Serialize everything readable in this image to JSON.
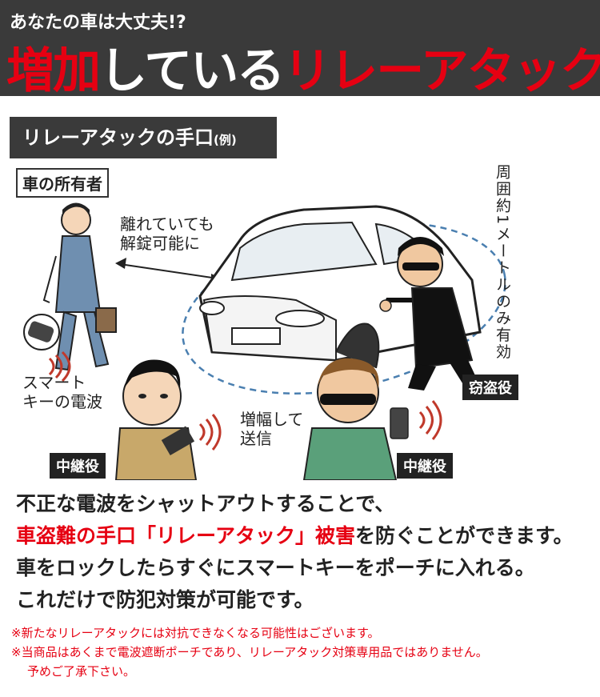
{
  "header": {
    "subtitle": "あなたの車は大丈夫!?",
    "title_red_1": "増加",
    "title_white": "している",
    "title_red_2": "リレーアタック"
  },
  "section": {
    "label": "リレーアタックの手口",
    "label_small": "(例)"
  },
  "illustration": {
    "owner": "車の所有者",
    "distance_line1": "離れていても",
    "distance_line2": "解錠可能に",
    "range_note": "周囲約1メートルのみ有効",
    "smartkey_line1": "スマート",
    "smartkey_line2": "キーの電波",
    "amplify_line1": "増幅して",
    "amplify_line2": "送信",
    "thief_tag": "窃盗役",
    "relay_tag_left": "中継役",
    "relay_tag_right": "中継役"
  },
  "body": {
    "line1": "不正な電波をシャットアウトすることで、",
    "line2_red": "車盗難の手口「リレーアタック」被害",
    "line2_black": "を防ぐことができます。",
    "line3": "車をロックしたらすぐにスマートキーをポーチに入れる。",
    "line4": "これだけで防犯対策が可能です。"
  },
  "notes": {
    "note1": "※新たなリレーアタックには対抗できなくなる可能性はございます。",
    "note2": "※当商品はあくまで電波遮断ポーチであり、リレーアタック対策専用品ではありません。",
    "note3": "予めご了承下さい。"
  },
  "colors": {
    "accent_red": "#e60012",
    "header_bg": "#3a3a3a"
  }
}
